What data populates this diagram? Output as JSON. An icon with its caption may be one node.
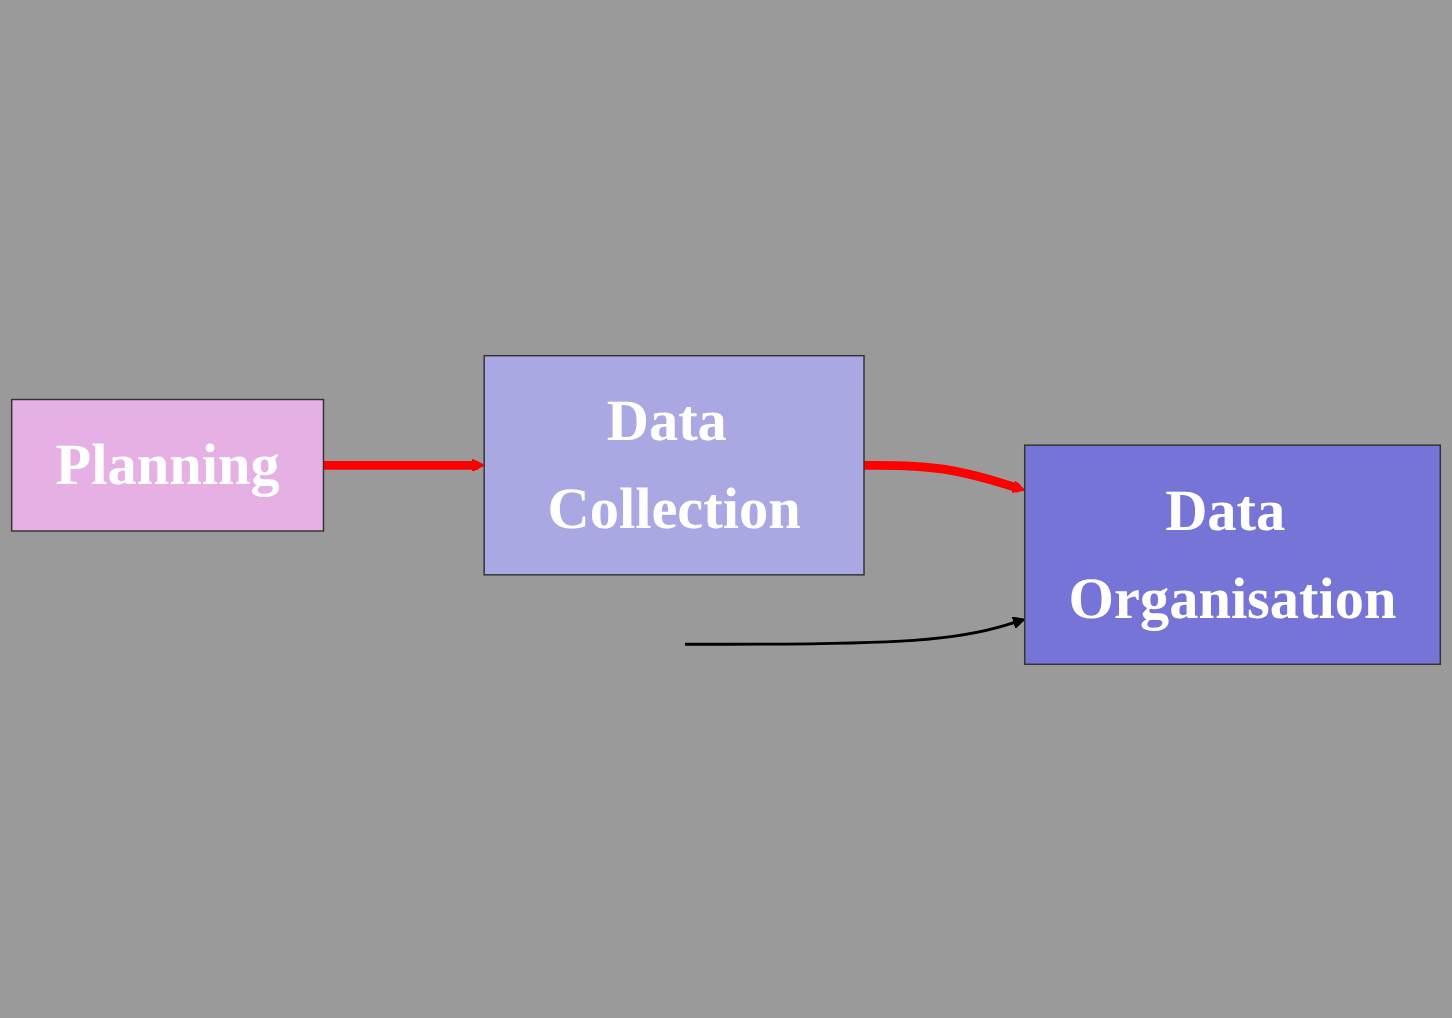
{
  "diagram": {
    "nodes": [
      {
        "text": [
          "Planning"
        ]
      },
      {
        "text": [
          "Data Collection"
        ]
      },
      {
        "text": [
          "Data Organisation"
        ]
      }
    ],
    "edges": [
      {
        "from": 0,
        "to": 1,
        "arrow": "to"
      },
      {
        "from": 1,
        "to": 2,
        "arrow": "to"
      },
      {
        "from": null,
        "to": 2,
        "arrow": "to",
        "color": "#000000"
      }
    ]
  }
}
